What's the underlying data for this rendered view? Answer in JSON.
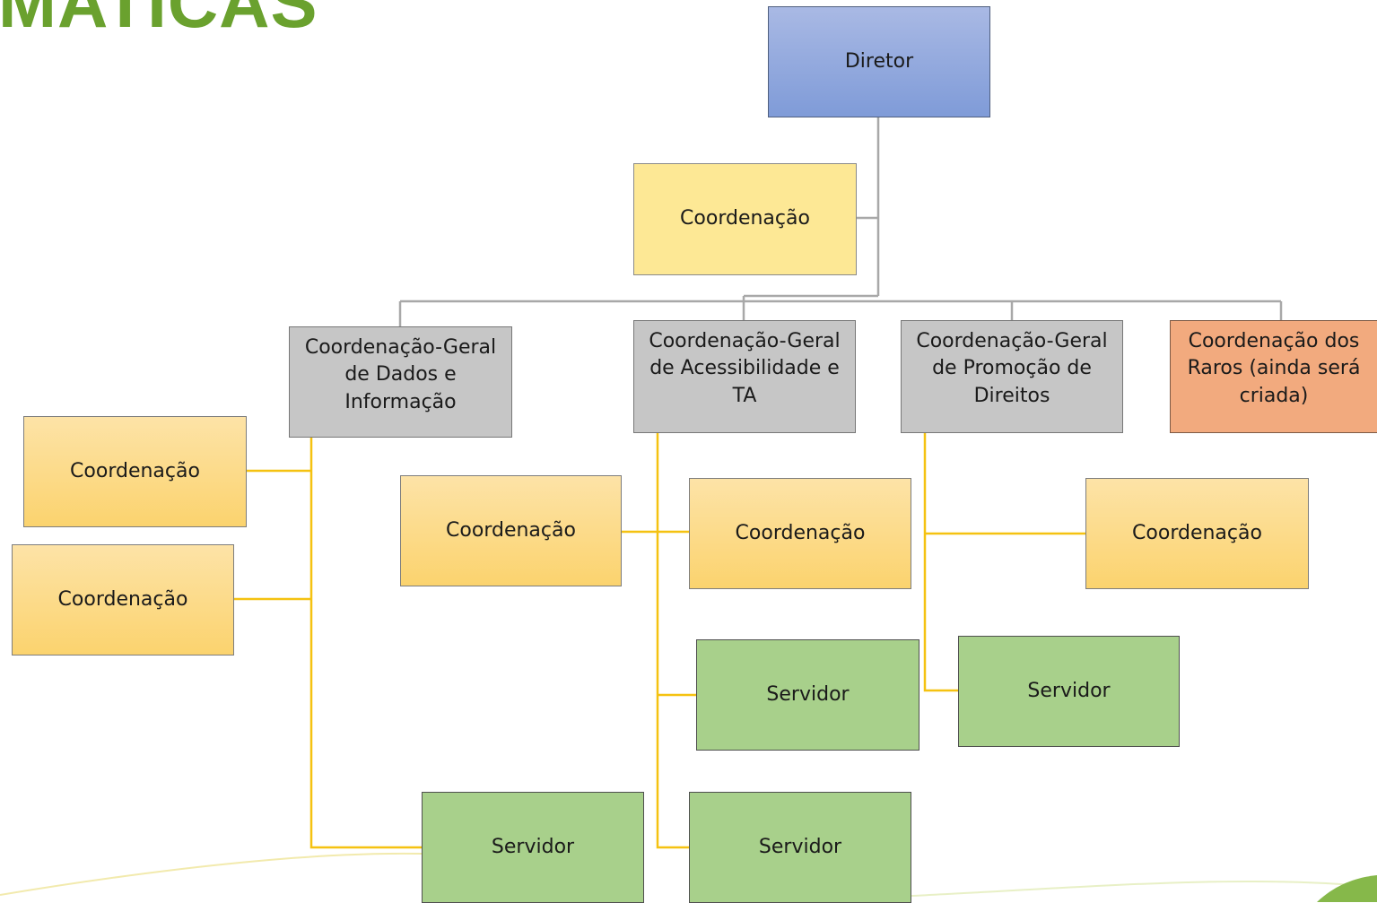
{
  "heading": "MATICAS",
  "colors": {
    "gray_connector": "#a8a8a8",
    "gold_connector": "#f5c211",
    "director": "#8fa6dd",
    "staff": "#fde895",
    "general": "#c6c6c6",
    "raros": "#f2aa7e",
    "coordenacao": "#fcd985",
    "servidor": "#a8d08b"
  },
  "org": {
    "director": "Diretor",
    "staff": "Coordenação",
    "general_1": "Coordenação-Geral de Dados e Informação",
    "general_2": "Coordenação-Geral de Acessibilidade e TA",
    "general_3": "Coordenação-Geral de Promoção de Direitos",
    "raros": "Coordenação dos Raros (ainda será criada)",
    "branch_1": {
      "coord_a": "Coordenação",
      "coord_b": "Coordenação",
      "servidor": "Servidor"
    },
    "branch_2": {
      "coord_left": "Coordenação",
      "coord_right": "Coordenação",
      "servidor_a": "Servidor",
      "servidor_b": "Servidor"
    },
    "branch_3": {
      "coord": "Coordenação",
      "servidor": "Servidor"
    }
  }
}
